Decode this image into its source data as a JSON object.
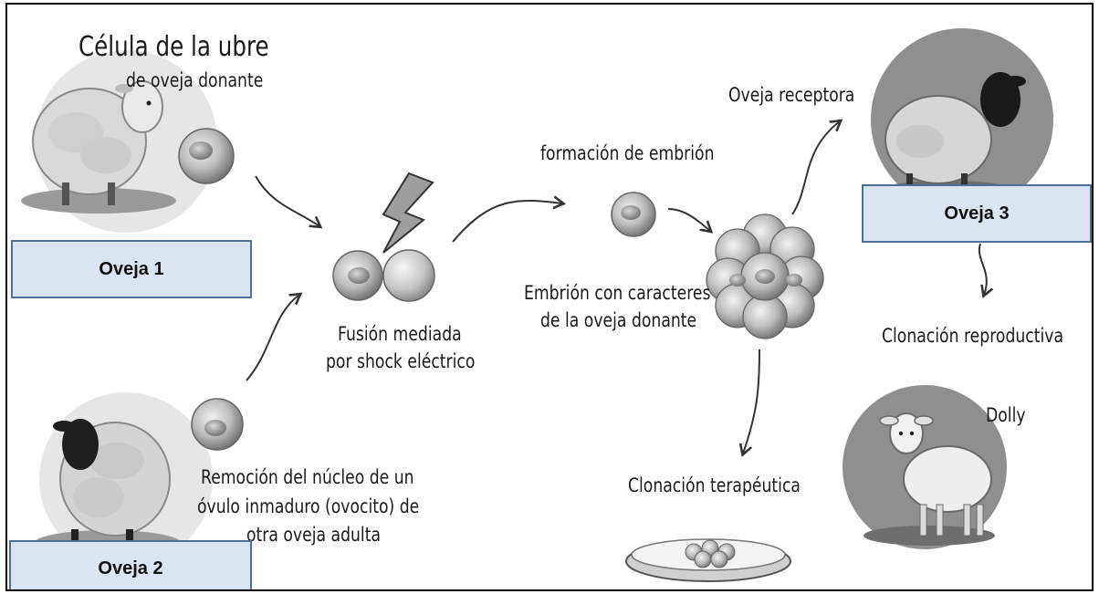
{
  "title_line1": "Célula de la ubre",
  "title_line2": "de oveja donante",
  "fusion_line1": "Fusión mediada",
  "fusion_line2": "por shock eléctrico",
  "formation": "formación de embrión",
  "embryo_line1": "Embrión con caracteres",
  "embryo_line2": "de la oveja donante",
  "receptora": "Oveja receptora",
  "reproductive": "Clonación reproductiva",
  "dolly": "Dolly",
  "therapeutic": "Clonación terapéutica",
  "removal_line1": "Remoción  del núcleo de un",
  "removal_line2": "óvulo inmaduro (ovocito) de",
  "removal_line3": "otra oveja adulta",
  "tags": {
    "oveja1": "Oveja 1",
    "oveja2": "Oveja 2",
    "oveja3": "Oveja 3"
  },
  "colors": {
    "tag_fill": "#dbe5f1",
    "tag_border": "#4f6f95",
    "background": "#ffffff"
  }
}
